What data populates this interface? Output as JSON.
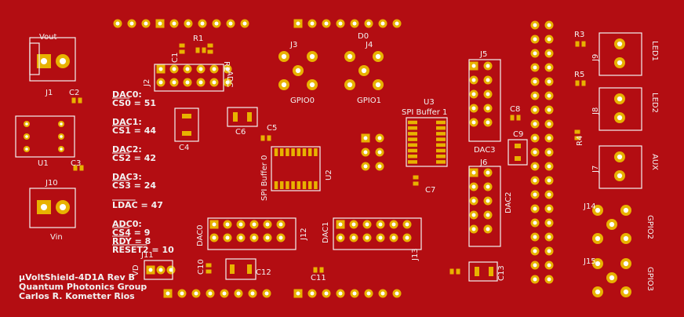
{
  "board": {
    "colors": {
      "copper": "#b30d12",
      "silkscreen": "#f2f2f2",
      "pad": "#e8b200",
      "drill": "#ffffff",
      "substrate": "#9a0e12"
    },
    "credits": [
      "µVoltShield-4D1A Rev B",
      "Quantum Photonics Group",
      "Carlos R. Kometter Rios"
    ]
  },
  "pin_notes": [
    {
      "heading": "DAC0:",
      "lines": [
        "CS0 = 51"
      ]
    },
    {
      "heading": "DAC1:",
      "lines": [
        "CS1 = 44"
      ]
    },
    {
      "heading": "DAC2:",
      "lines": [
        "CS2 = 42"
      ]
    },
    {
      "heading": "DAC3:",
      "lines": [
        "CS3 = 24"
      ]
    },
    {
      "heading": "",
      "lines": [
        "LDAC = 47"
      ]
    },
    {
      "heading": "ADC0:",
      "lines": [
        "CS4 = 9",
        "RDY = 8",
        "RESET2 = 10"
      ]
    }
  ],
  "labels": {
    "vout": "Vout",
    "vin": "Vin",
    "vd": "VD",
    "j1": "J1",
    "j2": "J2",
    "j3": "J3",
    "j4": "J4",
    "j5": "J5",
    "j6": "J6",
    "j7": "J7",
    "j8": "J8",
    "j9": "J9",
    "j10": "J10",
    "j11": "J11",
    "j12": "J12",
    "j13": "J13",
    "j14": "J14",
    "j15": "J15",
    "u1": "U1",
    "u2": "U2",
    "u3": "U3",
    "r1": "R1",
    "r2": "R2",
    "r3": "R3",
    "r4": "R4",
    "r5": "R5",
    "c1": "C1",
    "c2": "C2",
    "c3": "C3",
    "c4": "C4",
    "c5": "C5",
    "c6": "C6",
    "c7": "C7",
    "c8": "C8",
    "c9": "C9",
    "c10": "C10",
    "c11": "C11",
    "c12": "C12",
    "c13": "C13",
    "adc": "ADC",
    "d0": "D0",
    "gpio0": "GPIO0",
    "gpio1": "GPIO1",
    "gpio2": "GPIO2",
    "gpio3": "GPIO3",
    "spi0": "SPI Buffer 0",
    "spi1": "SPI Buffer 1",
    "dac0": "DAC0",
    "dac1": "DAC1",
    "dac2": "DAC2",
    "dac3": "DAC3",
    "led1": "LED1",
    "led2": "LED2",
    "aux": "AUX"
  }
}
